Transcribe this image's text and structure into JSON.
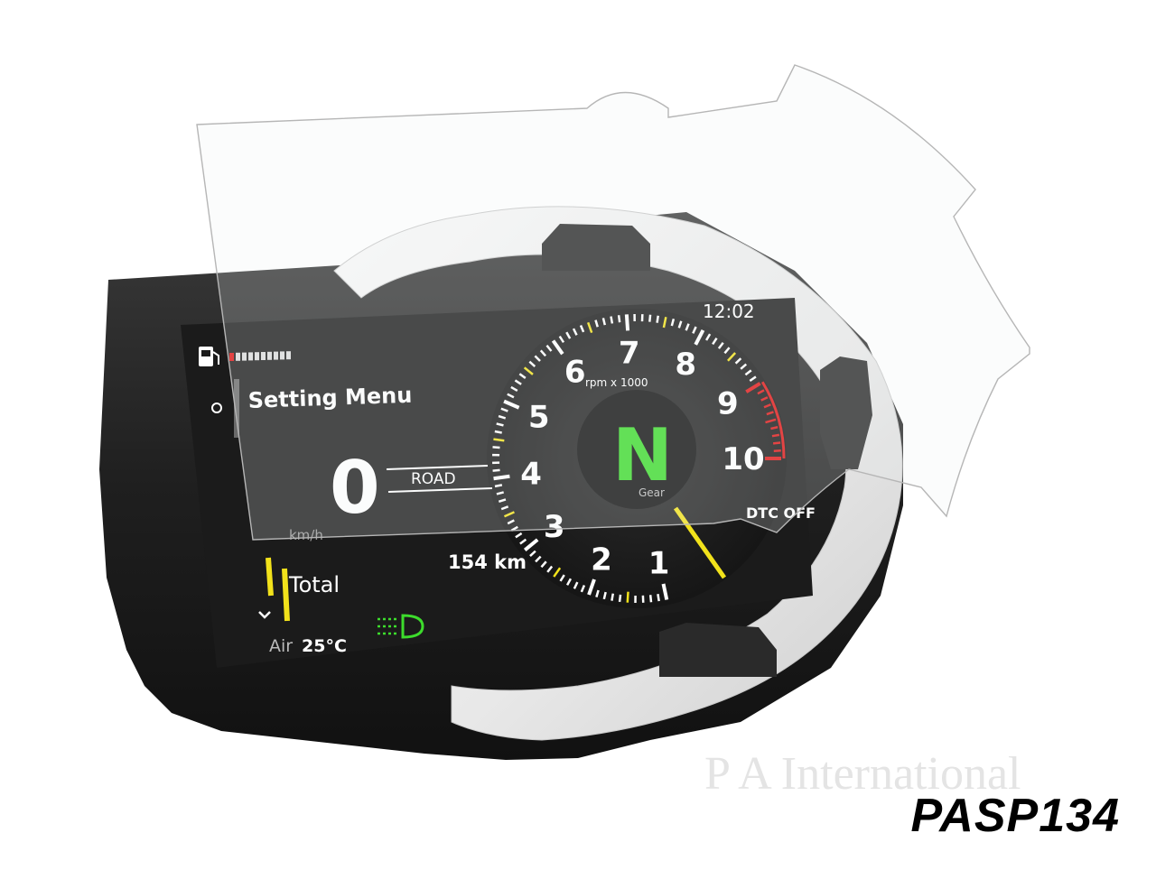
{
  "product_code": "PASP134",
  "watermark": "P A International",
  "dashboard": {
    "clock": "12:02",
    "menu_title": "Setting Menu",
    "speed_value": "0",
    "speed_unit": "km/h",
    "ride_mode": "ROAD",
    "odometer_label": "Total",
    "odometer_value": "154 km",
    "air_label": "Air",
    "air_temp": "25°C",
    "gear": "N",
    "gear_label": "Gear",
    "rpm_label": "rpm x 1000",
    "dtc_status": "DTC OFF",
    "tach_numbers": [
      "1",
      "2",
      "3",
      "4",
      "5",
      "6",
      "7",
      "8",
      "9",
      "10"
    ],
    "fuel_level": 0.1,
    "colors": {
      "gear": "#3ddc2c",
      "redline": "#e01414",
      "yellow_ticks": "#f2e21b",
      "headlight_icon": "#3ddc2c",
      "screen_bg": "#1b1b1b"
    },
    "icons": [
      "fuel-pump-icon",
      "menu-dot-icon",
      "chevron-down-icon",
      "headlight-icon"
    ]
  }
}
